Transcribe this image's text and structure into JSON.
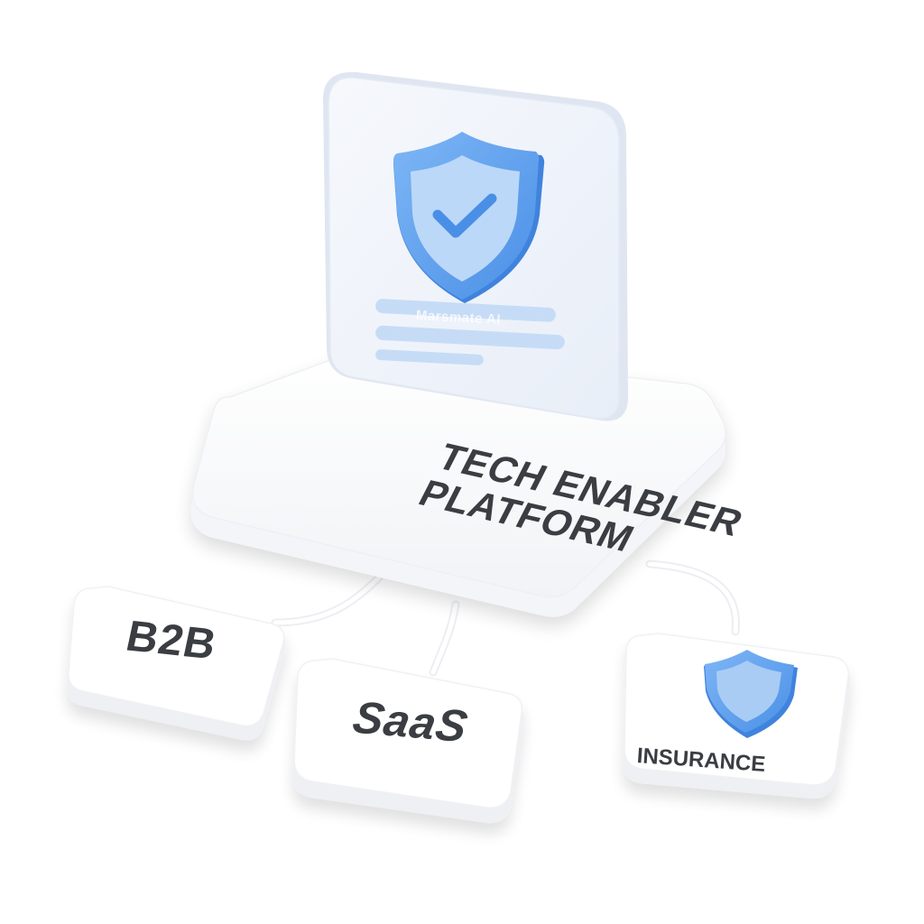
{
  "platform": {
    "title_line1": "TECH ENABLER",
    "title_line2": "PLATFORM",
    "card_icon": "shield-check-icon"
  },
  "watermark": "Marsmate AI",
  "nodes": [
    {
      "label": "B2B"
    },
    {
      "label": "SaaS"
    },
    {
      "label": "INSURANCE",
      "icon": "shield-icon"
    }
  ],
  "colors": {
    "accent": "#5b9ff0",
    "accent_light": "#a9ccf5",
    "text": "#3a3d42",
    "surface": "#ffffff"
  }
}
